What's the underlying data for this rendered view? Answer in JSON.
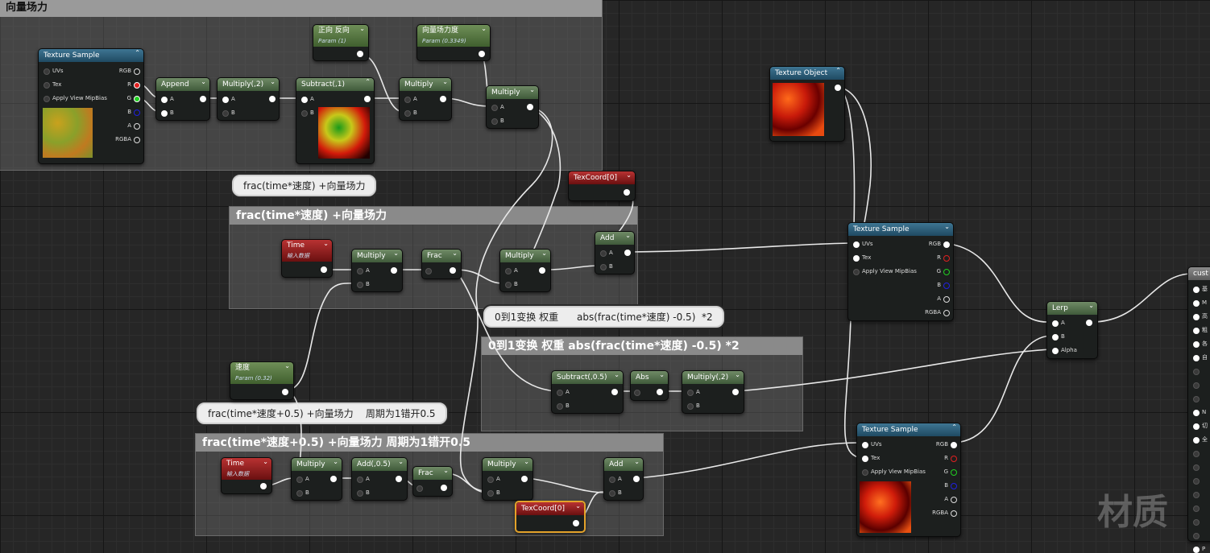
{
  "comments": {
    "top": "向量场力",
    "c1": "frac(time*速度) +向量场力",
    "c2": "0到1变换 权重     abs(frac(time*速度) -0.5)  *2",
    "c3": "frac(time*速度+0.5) +向量场力    周期为1错开0.5"
  },
  "bubbles": {
    "b1": "frac(time*速度) +向量场力",
    "b2": "0到1变换 权重      abs(frac(time*速度) -0.5)  *2",
    "b3": "frac(time*速度+0.5) +向量场力    周期为1错开0.5"
  },
  "nodes": {
    "ts1": {
      "title": "Texture Sample",
      "pins_in": [
        "UVs",
        "Tex",
        "Apply View MipBias"
      ],
      "pins_out": [
        "RGB",
        "R",
        "G",
        "B",
        "A",
        "RGBA"
      ]
    },
    "append": {
      "title": "Append",
      "pins": [
        "A",
        "B"
      ]
    },
    "mul2a": {
      "title": "Multiply(,2)",
      "pins": [
        "A",
        "B"
      ]
    },
    "sub1": {
      "title": "Subtract(,1)",
      "pins": [
        "A",
        "B"
      ]
    },
    "param_dir": {
      "title": "正向 反向",
      "sub": "Param (1)"
    },
    "param_vf": {
      "title": "向量场力度",
      "sub": "Param (0.3349)"
    },
    "mulA": {
      "title": "Multiply",
      "pins": [
        "A",
        "B"
      ]
    },
    "mulB": {
      "title": "Multiply",
      "pins": [
        "A",
        "B"
      ]
    },
    "texobj": {
      "title": "Texture Object"
    },
    "texcoord1": {
      "title": "TexCoord[0]"
    },
    "time1": {
      "title": "Time",
      "sub": "输入数据"
    },
    "mulC": {
      "title": "Multiply",
      "pins": [
        "A",
        "B"
      ]
    },
    "frac1": {
      "title": "Frac"
    },
    "mulD": {
      "title": "Multiply",
      "pins": [
        "A",
        "B"
      ]
    },
    "add1": {
      "title": "Add",
      "pins": [
        "A",
        "B"
      ]
    },
    "ts2": {
      "title": "Texture Sample",
      "pins_in": [
        "UVs",
        "Tex",
        "Apply View MipBias"
      ],
      "pins_out": [
        "RGB",
        "R",
        "G",
        "B",
        "A",
        "RGBA"
      ]
    },
    "lerp": {
      "title": "Lerp",
      "pins": [
        "A",
        "B",
        "Alpha"
      ]
    },
    "custom": {
      "title": "cust"
    },
    "speed": {
      "title": "速度",
      "sub": "Param (0.32)"
    },
    "sub05": {
      "title": "Subtract(,0.5)",
      "pins": [
        "A",
        "B"
      ]
    },
    "abs": {
      "title": "Abs"
    },
    "mul2b": {
      "title": "Multiply(,2)",
      "pins": [
        "A",
        "B"
      ]
    },
    "time2": {
      "title": "Time",
      "sub": "输入数据"
    },
    "mulE": {
      "title": "Multiply",
      "pins": [
        "A",
        "B"
      ]
    },
    "add05": {
      "title": "Add(,0.5)",
      "pins": [
        "A",
        "B"
      ]
    },
    "frac2": {
      "title": "Frac"
    },
    "mulF": {
      "title": "Multiply",
      "pins": [
        "A",
        "B"
      ]
    },
    "add2": {
      "title": "Add",
      "pins": [
        "A",
        "B"
      ]
    },
    "texcoord2": {
      "title": "TexCoord[0]"
    },
    "ts3": {
      "title": "Texture Sample",
      "pins_in": [
        "UVs",
        "Tex",
        "Apply View MipBias"
      ],
      "pins_out": [
        "RGB",
        "R",
        "G",
        "B",
        "A",
        "RGBA"
      ]
    }
  },
  "custom_pins": [
    "基",
    "M",
    "高",
    "粗",
    "各",
    "自",
    "",
    "",
    "",
    "N",
    "切",
    "全",
    "",
    "",
    "",
    "",
    "",
    "",
    "",
    "P"
  ],
  "watermark": "材质",
  "colors": {
    "wire": "#e8e8e8",
    "selected": "#e3a22a",
    "pin_r": "#e02020",
    "pin_g": "#20d020",
    "pin_b": "#2020e0"
  }
}
